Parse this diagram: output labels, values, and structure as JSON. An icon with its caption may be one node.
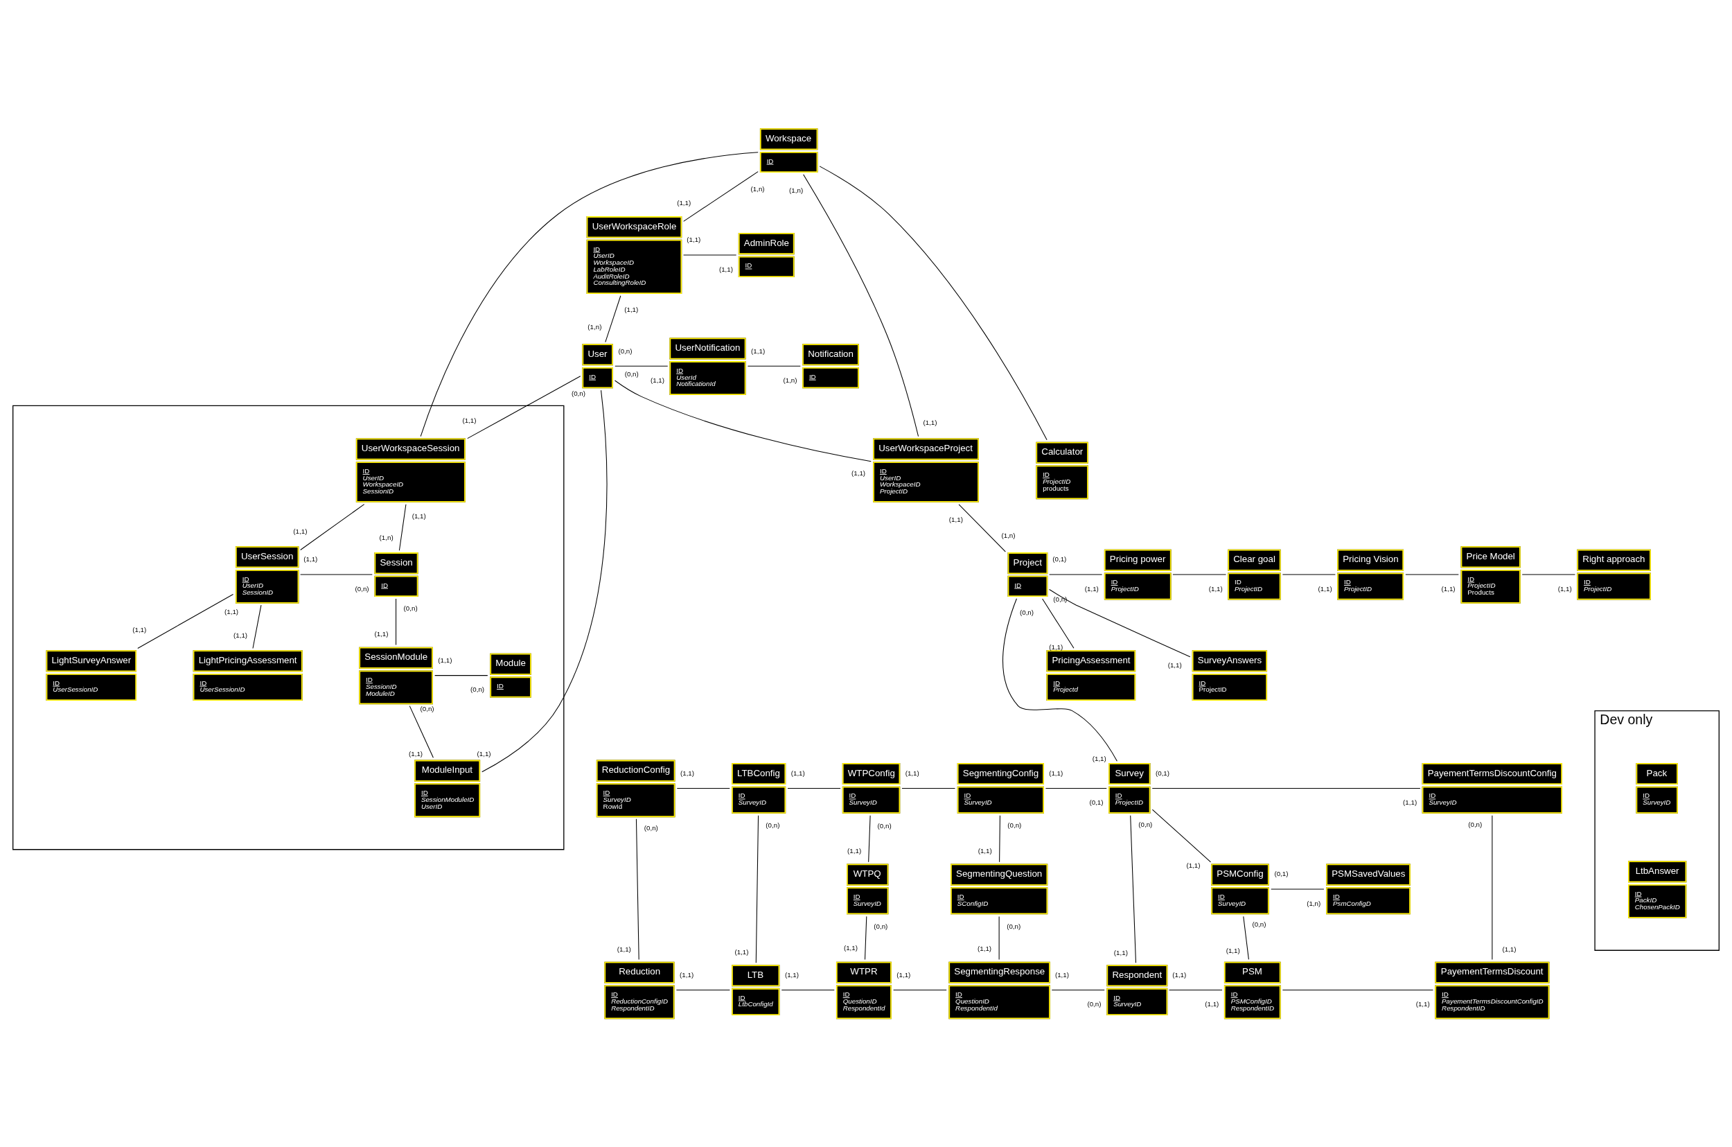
{
  "diagram": {
    "nodes": [
      {
        "text": [
          "Workspace",
          "ID"
        ]
      },
      {
        "text": [
          "UserWorkspaceRole",
          "ID",
          "UserID",
          "WorkspaceID",
          "LabRoleID",
          "AuditRoleID",
          "ConsultingRoleID"
        ]
      },
      {
        "text": [
          "AdminRole",
          "ID"
        ]
      },
      {
        "text": [],
        "shape": "box"
      },
      {
        "text": [
          "UserWorkspaceSession",
          "ID",
          "UserID",
          "WorkspaceID",
          "SessionID"
        ],
        "in": 3
      },
      {
        "text": [
          "User",
          "ID"
        ]
      },
      {
        "text": [
          "UserNotification",
          "ID",
          "UserId",
          "NotificationId"
        ]
      },
      {
        "text": [
          "Notification",
          "ID"
        ]
      },
      {
        "text": [
          "UserSession",
          "ID",
          "UserID",
          "SessionID"
        ],
        "in": 3
      },
      {
        "text": [
          "Session",
          "ID"
        ],
        "in": 3
      },
      {
        "text": [
          "SessionModule",
          "ID",
          "SessionID",
          "ModuleID"
        ],
        "in": 3
      },
      {
        "text": [
          "Module",
          "ID"
        ],
        "in": 3
      },
      {
        "text": [
          "LightSurveyAnswer",
          "ID",
          "UserSessionID"
        ],
        "in": 3
      },
      {
        "text": [
          "LightPricingAssessment",
          "ID",
          "UserSessionID"
        ],
        "in": 3
      },
      {
        "text": [
          "UserWorkspaceProject",
          "ID",
          "UserID",
          "WorkspaceID",
          "ProjectID"
        ]
      },
      {
        "text": [
          "Calculator",
          "ID",
          "ProjectID",
          "products"
        ]
      },
      {
        "text": [
          "ModuleInput",
          "ID",
          "SessionModuleID",
          "UserID"
        ],
        "in": 3
      },
      {
        "text": [
          "Pricing power",
          "ID",
          "ProjectID"
        ]
      },
      {
        "text": [
          "Clear goal",
          "ID",
          "ProjectID"
        ]
      },
      {
        "text": [
          "Pricing Vision",
          "ID",
          "ProjectID"
        ]
      },
      {
        "text": [
          "Price Model",
          "ID",
          "ProjectID",
          "Products"
        ]
      },
      {
        "text": [
          "Right approach",
          "ID",
          "ProjectID"
        ]
      },
      {
        "text": [
          "Project",
          "ID"
        ]
      },
      {
        "text": [
          "PricingAssessment",
          "ID",
          "Projectd"
        ]
      },
      {
        "text": [
          "SurveyAnswers",
          "ID",
          "ProjectID"
        ]
      },
      {
        "text": [
          "Dev only"
        ]
      },
      {
        "text": [
          "Pack",
          "ID",
          "SurveyID"
        ],
        "in": 25
      },
      {
        "text": [
          "ReductionConfig",
          "ID",
          "SurveyID",
          "RowId"
        ]
      },
      {
        "text": [
          "LTBConfig",
          "ID",
          "SurveyID"
        ]
      },
      {
        "text": [
          "WTPConfig",
          "ID",
          "SurveyID"
        ]
      },
      {
        "text": [
          "SegmentingConfig",
          "ID",
          "SurveyID"
        ]
      },
      {
        "text": [
          "Survey",
          "ID",
          "ProjectID"
        ]
      },
      {
        "text": [
          "PayementTermsDiscountConfig",
          "ID",
          "SurveyID"
        ]
      },
      {
        "text": [
          "PSMConfig",
          "ID",
          "SurveyID"
        ]
      },
      {
        "text": [
          "PSMSavedValues",
          "ID",
          "PsmConfigD"
        ]
      },
      {
        "text": [
          "LtbAnswer",
          "ID",
          "PackID",
          "ChosenPackID"
        ],
        "in": 25
      },
      {
        "text": [
          "WTPQ",
          "ID",
          "SurveyID"
        ]
      },
      {
        "text": [
          "SegmentingQuestion",
          "ID",
          "SConfigID"
        ]
      },
      {
        "text": [
          "Reduction",
          "ID",
          "ReductionConfigID",
          "RespondentID"
        ]
      },
      {
        "text": [
          "LTB",
          "ID",
          "LtbConfigId"
        ]
      },
      {
        "text": [
          "WTPR",
          "ID",
          "QuestionID",
          "RespondentId"
        ]
      },
      {
        "text": [
          "SegmentingResponse",
          "ID",
          "QuestionID",
          "RespondentId"
        ]
      },
      {
        "text": [
          "Respondent",
          "ID",
          "SurveyID"
        ]
      },
      {
        "text": [
          "PSM",
          "ID",
          "PSMConfigID",
          "RespondentID"
        ]
      },
      {
        "text": [
          "PayementTermsDiscount",
          "ID",
          "PayementTermsDiscountConfigID",
          "RespondentID"
        ]
      }
    ],
    "edges": [
      {
        "from": 0,
        "to": 1,
        "arrow": "none"
      },
      {
        "from": 1,
        "to": 2,
        "arrow": "none"
      },
      {
        "from": 1,
        "to": 5,
        "arrow": "none"
      },
      {
        "from": 5,
        "to": 6,
        "arrow": "none"
      },
      {
        "from": 6,
        "to": 7,
        "arrow": "none"
      },
      {
        "from": 0,
        "to": 4,
        "arrow": "none"
      },
      {
        "from": 0,
        "to": 14,
        "arrow": "none"
      },
      {
        "from": 0,
        "to": 15,
        "arrow": "none"
      },
      {
        "from": 5,
        "to": 4,
        "arrow": "none"
      },
      {
        "from": 5,
        "to": 16,
        "arrow": "none"
      },
      {
        "from": 4,
        "to": 8,
        "arrow": "none"
      },
      {
        "from": 4,
        "to": 9,
        "arrow": "none"
      },
      {
        "from": 8,
        "to": 9,
        "arrow": "none"
      },
      {
        "from": 8,
        "to": 12,
        "arrow": "none"
      },
      {
        "from": 8,
        "to": 13,
        "arrow": "none"
      },
      {
        "from": 9,
        "to": 10,
        "arrow": "none"
      },
      {
        "from": 10,
        "to": 11,
        "arrow": "none"
      },
      {
        "from": 10,
        "to": 16,
        "arrow": "none"
      },
      {
        "from": 5,
        "to": 14,
        "arrow": "none"
      },
      {
        "from": 14,
        "to": 22,
        "arrow": "none"
      },
      {
        "from": 22,
        "to": 17,
        "arrow": "none"
      },
      {
        "from": 17,
        "to": 18,
        "arrow": "none"
      },
      {
        "from": 18,
        "to": 19,
        "arrow": "none"
      },
      {
        "from": 19,
        "to": 20,
        "arrow": "none"
      },
      {
        "from": 20,
        "to": 21,
        "arrow": "none"
      },
      {
        "from": 22,
        "to": 24,
        "arrow": "none"
      },
      {
        "from": 22,
        "to": 23,
        "arrow": "none"
      },
      {
        "from": 22,
        "to": 31,
        "arrow": "none"
      },
      {
        "from": 30,
        "to": 31,
        "arrow": "none"
      },
      {
        "from": 29,
        "to": 30,
        "arrow": "none"
      },
      {
        "from": 28,
        "to": 29,
        "arrow": "none"
      },
      {
        "from": 27,
        "to": 28,
        "arrow": "none"
      },
      {
        "from": 31,
        "to": 32,
        "arrow": "none"
      },
      {
        "from": 31,
        "to": 33,
        "arrow": "none"
      },
      {
        "from": 33,
        "to": 34,
        "arrow": "none"
      },
      {
        "from": 27,
        "to": 38,
        "arrow": "none"
      },
      {
        "from": 28,
        "to": 39,
        "arrow": "none"
      },
      {
        "from": 29,
        "to": 36,
        "arrow": "none"
      },
      {
        "from": 36,
        "to": 40,
        "arrow": "none"
      },
      {
        "from": 30,
        "to": 37,
        "arrow": "none"
      },
      {
        "from": 37,
        "to": 41,
        "arrow": "none"
      },
      {
        "from": 31,
        "to": 42,
        "arrow": "none"
      },
      {
        "from": 33,
        "to": 43,
        "arrow": "none"
      },
      {
        "from": 32,
        "to": 44,
        "arrow": "none"
      },
      {
        "from": 41,
        "to": 42,
        "arrow": "none"
      },
      {
        "from": 40,
        "to": 41,
        "arrow": "none"
      },
      {
        "from": 39,
        "to": 40,
        "arrow": "none"
      },
      {
        "from": 38,
        "to": 39,
        "arrow": "none"
      },
      {
        "from": 42,
        "to": 43,
        "arrow": "none"
      },
      {
        "from": 43,
        "to": 44,
        "arrow": "none"
      }
    ],
    "labels": [
      "(1,n)",
      "(1,1)",
      "(1,1)",
      "(1,1)",
      "(1,1)",
      "(1,n)",
      "(0,n)",
      "(1,1)",
      "(1,1)",
      "(1,n)",
      "(1,n)",
      "(1,1)",
      "(0,n)",
      "(1,1)",
      "(1,1)",
      "(1,1)",
      "(1,1)",
      "(1,n)",
      "(1,1)",
      "(0,n)",
      "(1,1)",
      "(1,1)",
      "(1,1)",
      "(0,n)",
      "(1,1)",
      "(1,1)",
      "(0,n)",
      "(0,n)",
      "(1,1)",
      "(0,n)",
      "(1,1)",
      "(1,1)",
      "(1,n)",
      "(0,1)",
      "(1,1)",
      "(1,1)",
      "(1,1)",
      "(1,1)",
      "(1,1)",
      "(1,1)",
      "(0,n)",
      "(1,1)",
      "(0,n)",
      "(1,1)",
      "(1,1)",
      "(0,1)",
      "(1,1)",
      "(1,1)",
      "(1,1)",
      "(0,1)",
      "(1,1)",
      "(1,1)",
      "(0,1)",
      "(1,n)",
      "(0,n)",
      "(1,1)",
      "(0,n)",
      "(1,1)",
      "(0,n)",
      "(1,1)",
      "(0,n)",
      "(1,1)",
      "(0,n)",
      "(1,1)",
      "(0,n)",
      "(1,1)",
      "(0,n)",
      "(1,1)",
      "(0,n)",
      "(1,1)",
      "(0,n)",
      "(1,1)",
      "(1,1)",
      "(0,n)",
      "(1,1)",
      "(1,1)",
      "(1,1)",
      "(1,1)",
      "(1,1)",
      "(1,1)"
    ]
  }
}
